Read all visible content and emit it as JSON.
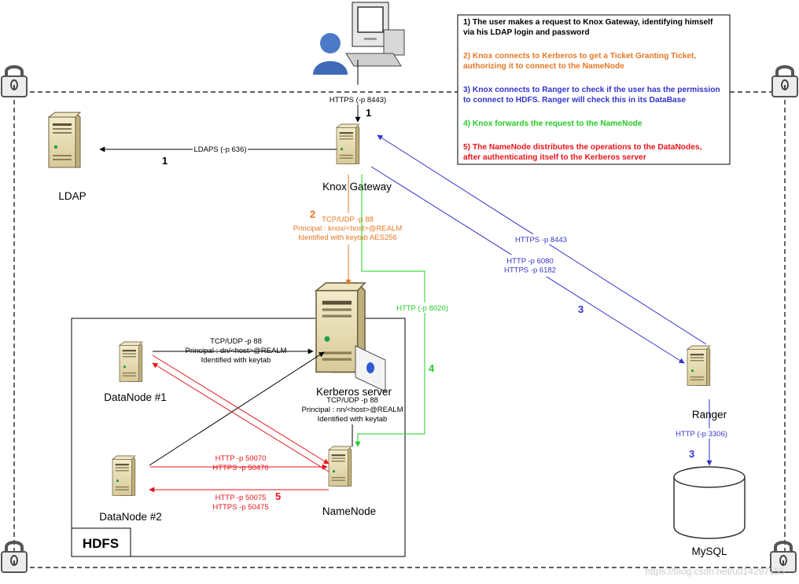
{
  "nodes": {
    "ldap": "LDAP",
    "knox": "Knox Gateway",
    "kerberos": "Kerberos server",
    "ranger": "Ranger",
    "mysql": "MySQL",
    "datanode1": "DataNode #1",
    "datanode2": "DataNode #2",
    "namenode": "NameNode",
    "hdfs": "HDFS"
  },
  "legend": [
    {
      "text": [
        "1) The user makes a request to Knox Gateway, identifying himself",
        "via his LDAP login and password"
      ],
      "color": "#000000"
    },
    {
      "text": [
        "2) Knox connects to Kerberos to get a Ticket Granting Ticket,",
        "authorizing it to connect to the NameNode"
      ],
      "color": "#E87722"
    },
    {
      "text": [
        "3) Knox connects to Ranger to check if the user has the permission",
        "to connect to HDFS. Ranger will check this in its DataBase"
      ],
      "color": "#3333CC"
    },
    {
      "text": [
        "4) Knox forwards the request to the NameNode"
      ],
      "color": "#22CC22"
    },
    {
      "text": [
        "5) The NameNode distributes the operations to the DataNodes,",
        "after authenticating itself to the Kerberos server"
      ],
      "color": "#E8141B"
    }
  ],
  "edges": {
    "user_knox": "HTTPS (-p 8443)",
    "knox_ldap": "LDAPS (-p 636)",
    "knox_kerberos": [
      "TCP/UDP -p 88",
      "Principal : knox/<host>@REALM",
      "Identified with keytab AES256"
    ],
    "knox_ranger_1": "HTTPS -p 8443",
    "knox_ranger_2": [
      "HTTP -p 6080",
      "HTTPS -p 6182"
    ],
    "knox_namenode": "HTTP (-p 8020)",
    "ranger_mysql": "HTTP (-p 3306)",
    "dn1_kerberos": [
      "TCP/UDP -p 88",
      "Principal : dn/<host>@REALM",
      "Identified with keytab"
    ],
    "nn_kerberos": [
      "TCP/UDP -p 88",
      "Principal : nn/<host>@REALM",
      "Identified with keytab"
    ],
    "nn_dn2_1": [
      "HTTP -p 50070",
      "HTTPS -p 50470"
    ],
    "nn_dn2_2": [
      "HTTP -p 50075",
      "HTTPS -p 50475"
    ]
  },
  "step_numbers": {
    "s1a": "1",
    "s1b": "1",
    "s2": "2",
    "s3a": "3",
    "s3b": "3",
    "s4": "4",
    "s5": "5"
  },
  "watermark": "https://blog.csdn.net/u014297155",
  "colors": {
    "black": "#000000",
    "orange": "#E87722",
    "blue": "#3333CC",
    "green": "#22CC22",
    "red": "#E8141B",
    "server": "#E9DFB8"
  },
  "icons": [
    "user-icon",
    "computer-icon",
    "padlock-icon",
    "server-icon",
    "database-icon",
    "id-card-icon"
  ]
}
